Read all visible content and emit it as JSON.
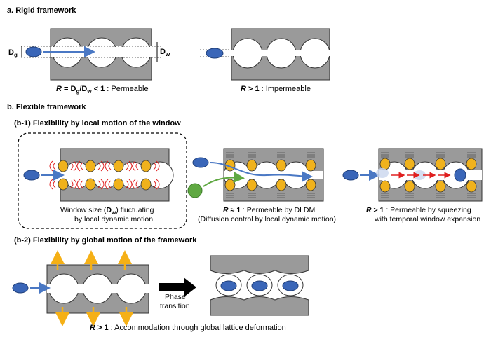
{
  "section_a": {
    "title": "a. Rigid framework",
    "dg_main": "D",
    "dg_sub": "g",
    "dw_main": "D",
    "dw_sub": "w",
    "left_caption": {
      "r": "R",
      "eq1": " = D",
      "sub1": "g",
      "slash": "/D",
      "sub2": "w",
      "lt": " < 1",
      "rest": " : Permeable"
    },
    "right_caption": {
      "r": "R",
      "gt": " > 1",
      "rest": " : Impermeable"
    }
  },
  "section_b": {
    "title": "b. Flexible framework",
    "b1_title": "(b-1) Flexibility by local motion of the window",
    "b1_left_caption_1a": "Window size (",
    "b1_left_caption_1b": "D",
    "b1_left_caption_1c": "w",
    "b1_left_caption_1d": ") fluctuating",
    "b1_left_caption_2": "by local dynamic motion",
    "b1_mid_caption_r": "R",
    "b1_mid_caption_approx": " ≈ 1",
    "b1_mid_caption_rest": " : Permeable by DLDM",
    "b1_mid_caption_2": "(Diffusion control by local dynamic motion)",
    "b1_right_caption_r": "R",
    "b1_right_caption_gt": " > 1",
    "b1_right_caption_rest": " : Permeable by squeezing",
    "b1_right_caption_2": "with temporal window expansion",
    "b2_title": "(b-2) Flexibility by global motion of the framework",
    "phase_1": "Phase",
    "phase_2": "transition",
    "b2_caption_r": "R",
    "b2_caption_gt": " > 1",
    "b2_caption_rest": " : Accommodation through global lattice deformation"
  },
  "colors": {
    "framework_gray": "#9a9a9a",
    "molecule_blue": "#3a66b8",
    "arrow_blue": "#4a78c4",
    "green": "#5fa842",
    "node_orange": "#f0b21c",
    "vibration_red": "#e02020",
    "up_arrow_orange": "#f5b016"
  }
}
